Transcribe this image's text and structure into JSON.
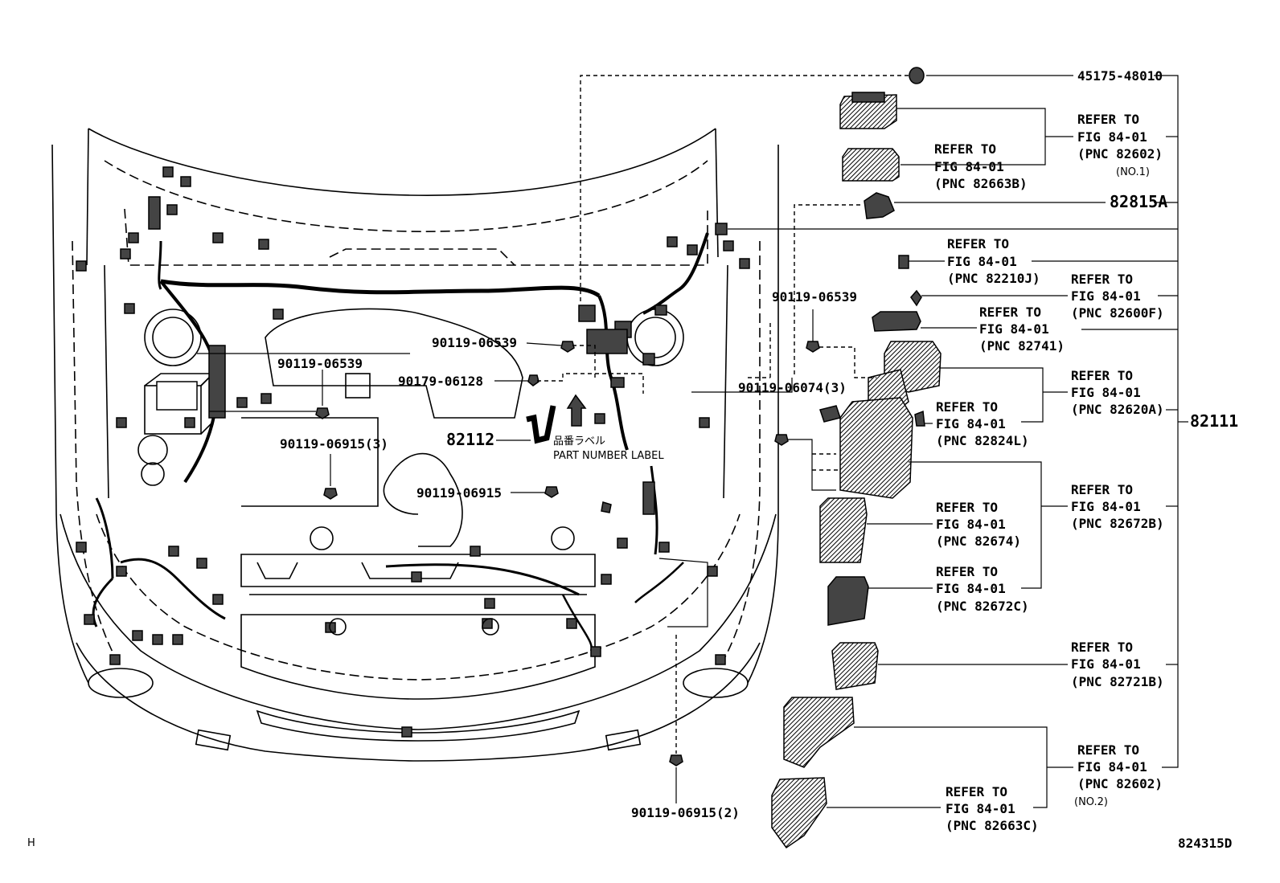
{
  "parts": {
    "p45175": "45175-48010",
    "p82815a": "82815A",
    "p82111": "82111",
    "p82112": "82112",
    "b90119_06539_a": "90119-06539",
    "b90119_06539_b": "90119-06539",
    "b90119_06539_c": "90119-06539",
    "b90179_06128": "90179-06128",
    "b90119_06074": "90119-06074(3)",
    "b90119_06915_3": "90119-06915(3)",
    "b90119_06915": "90119-06915",
    "b90119_06915_2": "90119-06915(2)"
  },
  "refs": [
    {
      "line1": "REFER TO",
      "line2": "FIG 84-01",
      "line3": "(PNC 82602)",
      "line4": "(NO.1)"
    },
    {
      "line1": "REFER TO",
      "line2": "FIG 84-01",
      "line3": "(PNC 82663B)"
    },
    {
      "line1": "REFER TO",
      "line2": "FIG 84-01",
      "line3": "(PNC 82210J)"
    },
    {
      "line1": "REFER TO",
      "line2": "FIG 84-01",
      "line3": "(PNC 82600F)"
    },
    {
      "line1": "REFER TO",
      "line2": "FIG 84-01",
      "line3": "(PNC 82741)"
    },
    {
      "line1": "REFER TO",
      "line2": "FIG 84-01",
      "line3": "(PNC 82620A)"
    },
    {
      "line1": "REFER TO",
      "line2": "FIG 84-01",
      "line3": "(PNC 82824L)"
    },
    {
      "line1": "REFER TO",
      "line2": "FIG 84-01",
      "line3": "(PNC 82672B)"
    },
    {
      "line1": "REFER TO",
      "line2": "FIG 84-01",
      "line3": "(PNC 82674)"
    },
    {
      "line1": "REFER TO",
      "line2": "FIG 84-01",
      "line3": "(PNC 82672C)"
    },
    {
      "line1": "REFER TO",
      "line2": "FIG 84-01",
      "line3": "(PNC 82721B)"
    },
    {
      "line1": "REFER TO",
      "line2": "FIG 84-01",
      "line3": "(PNC 82602)",
      "line4": "(NO.2)"
    },
    {
      "line1": "REFER TO",
      "line2": "FIG 84-01",
      "line3": "(PNC 82663C)"
    }
  ],
  "label_jp": "品番ラベル",
  "label_en": "PART NUMBER LABEL",
  "corner_left": "H",
  "corner_right": "824315D"
}
